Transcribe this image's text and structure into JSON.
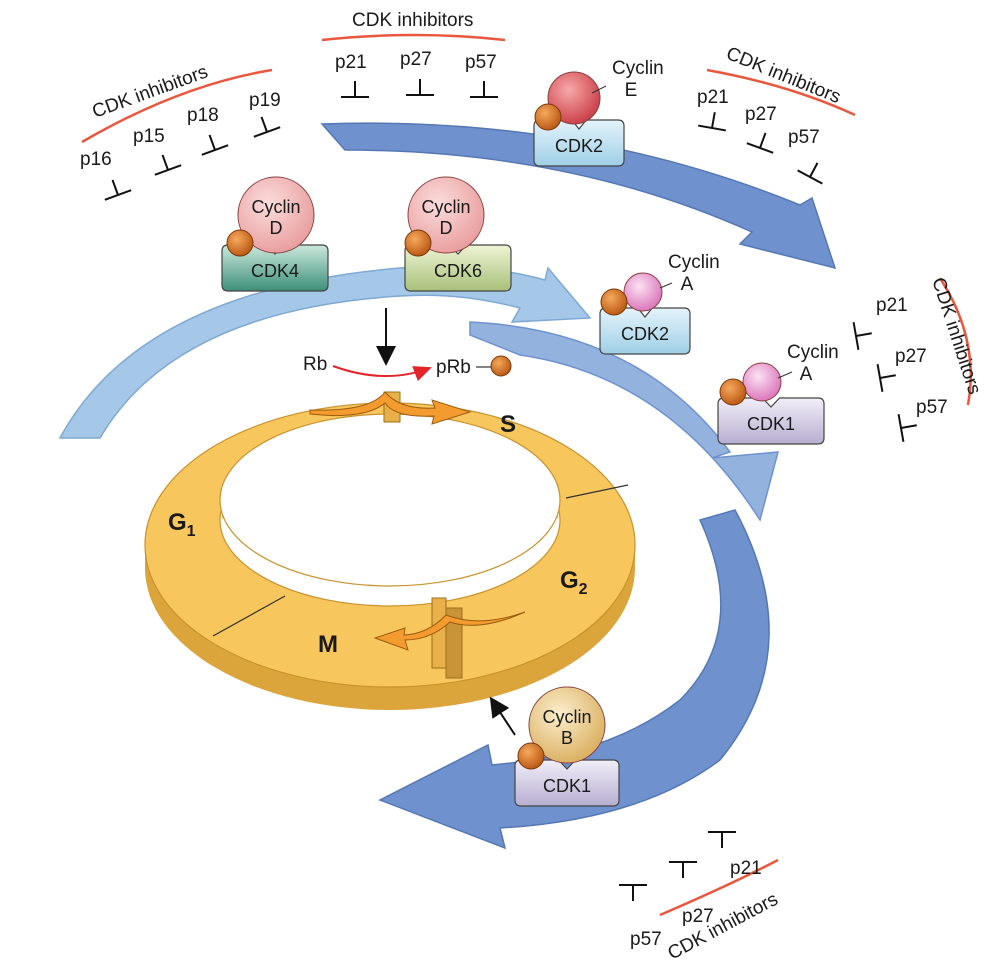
{
  "inhibitor_header": "CDK inhibitors",
  "inhibitor_groups": [
    {
      "id": "g1",
      "items": [
        "p16",
        "p15",
        "p18",
        "p19"
      ]
    },
    {
      "id": "g2",
      "items": [
        "p21",
        "p27",
        "p57"
      ]
    },
    {
      "id": "g3",
      "items": [
        "p21",
        "p27",
        "p57"
      ]
    },
    {
      "id": "g4",
      "items": [
        "p21",
        "p27",
        "p57"
      ]
    },
    {
      "id": "g5",
      "items": [
        "p57",
        "p27",
        "p21"
      ]
    }
  ],
  "complexes": [
    {
      "id": "cyclinD-cdk4",
      "cyclin": [
        "Cyclin",
        "D"
      ],
      "cdk": "CDK4"
    },
    {
      "id": "cyclinD-cdk6",
      "cyclin": [
        "Cyclin",
        "D"
      ],
      "cdk": "CDK6"
    },
    {
      "id": "cyclinE-cdk2",
      "cyclin": [
        "Cyclin",
        "E"
      ],
      "cdk": "CDK2"
    },
    {
      "id": "cyclinA-cdk2",
      "cyclin": [
        "Cyclin",
        "A"
      ],
      "cdk": "CDK2"
    },
    {
      "id": "cyclinA-cdk1",
      "cyclin": [
        "Cyclin",
        "A"
      ],
      "cdk": "CDK1"
    },
    {
      "id": "cyclinB-cdk1",
      "cyclin": [
        "Cyclin",
        "B"
      ],
      "cdk": "CDK1"
    }
  ],
  "rb": {
    "left": "Rb",
    "right": "pRb"
  },
  "phases": {
    "g1": {
      "main": "G",
      "sub": "1"
    },
    "s": {
      "main": "S"
    },
    "g2": {
      "main": "G",
      "sub": "2"
    },
    "m": {
      "main": "M"
    }
  },
  "colors": {
    "dark_arrow": "#6f92cf",
    "light_arrow": "#a6c8e8",
    "ring": "#f7c65c",
    "ring_side": "#dca53c",
    "phosphate": "#e07a1f",
    "inhibitor_line": "#e8573e",
    "rb_arrow": "#e3242b"
  }
}
